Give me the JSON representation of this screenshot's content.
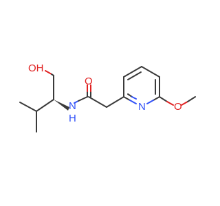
{
  "molecule": {
    "colors": {
      "bond": "#3a3a3a",
      "oxygen": "#e02020",
      "nitrogen": "#3050f8"
    },
    "atom_labels": {
      "hydroxyl": "OH",
      "hydroxyl_h": "H",
      "carbonyl_o": "O",
      "amide_n": "N",
      "amide_h": "H",
      "pyridine_n": "N",
      "methoxy_o": "O"
    }
  }
}
